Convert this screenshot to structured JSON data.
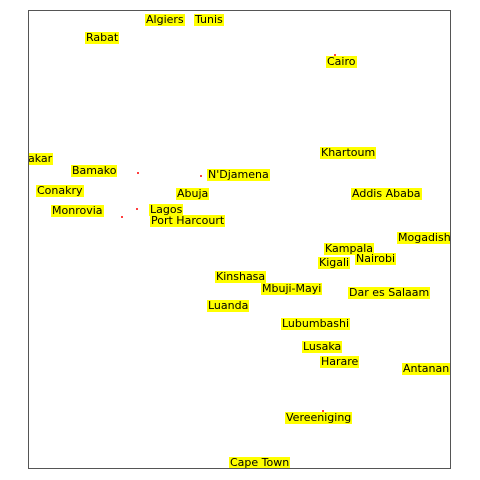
{
  "map": {
    "dot_color": "#ff0000",
    "label_background": "#ffff00",
    "cities": [
      {
        "name": "Algiers"
      },
      {
        "name": "Tunis"
      },
      {
        "name": "Rabat"
      },
      {
        "name": "Cairo"
      },
      {
        "name": "Dakar",
        "visible_text": "akar"
      },
      {
        "name": "Khartoum"
      },
      {
        "name": "Bamako"
      },
      {
        "name": "N'Djamena"
      },
      {
        "name": "Conakry"
      },
      {
        "name": "Abuja"
      },
      {
        "name": "Addis Ababa"
      },
      {
        "name": "Monrovia"
      },
      {
        "name": "Lagos"
      },
      {
        "name": "Port Harcourt"
      },
      {
        "name": "Mogadishu",
        "visible_text": "Mogadish"
      },
      {
        "name": "Kampala"
      },
      {
        "name": "Kigali"
      },
      {
        "name": "Nairobi"
      },
      {
        "name": "Kinshasa"
      },
      {
        "name": "Mbuji-Mayi"
      },
      {
        "name": "Dar es Salaam"
      },
      {
        "name": "Luanda"
      },
      {
        "name": "Lubumbashi"
      },
      {
        "name": "Lusaka"
      },
      {
        "name": "Harare"
      },
      {
        "name": "Antananarivo",
        "visible_text": "Antanan"
      },
      {
        "name": "Vereeniging"
      },
      {
        "name": "Cape Town"
      }
    ]
  }
}
